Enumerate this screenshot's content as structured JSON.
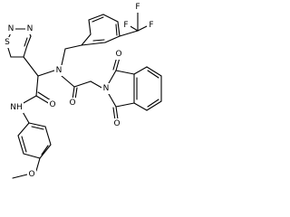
{
  "structure": {
    "atom_labels": {
      "thiadiazole_s": "S",
      "thiadiazole_n1": "N",
      "thiadiazole_n2": "N",
      "amine_n": "N",
      "carbonyl_o_right": "O",
      "carbonyl_o_left": "O",
      "amide_nh": "NH",
      "imide_n": "N",
      "imide_o_top": "O",
      "imide_o_bottom": "O",
      "fluorine_top": "F",
      "fluorine_left": "F",
      "fluorine_right": "F",
      "methoxy_o": "O"
    }
  }
}
